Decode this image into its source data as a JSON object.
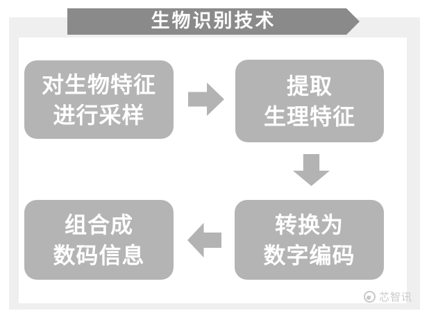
{
  "banner": {
    "title": "生物识别技术"
  },
  "flow": {
    "steps": [
      {
        "name": "sample",
        "lines": [
          "对生物特征",
          "进行采样"
        ]
      },
      {
        "name": "extract",
        "lines": [
          "提取",
          "生理特征"
        ]
      },
      {
        "name": "convert",
        "lines": [
          "转换为",
          "数字编码"
        ]
      },
      {
        "name": "combine",
        "lines": [
          "组合成",
          "数码信息"
        ]
      }
    ],
    "arrows": [
      {
        "direction": "right",
        "from": "sample",
        "to": "extract"
      },
      {
        "direction": "down",
        "from": "extract",
        "to": "convert"
      },
      {
        "direction": "left",
        "from": "convert",
        "to": "combine"
      }
    ]
  },
  "watermark": {
    "label": "芯智讯",
    "icon": "xinzhixun-logo-icon"
  },
  "colors": {
    "banner": "#8a8a8a",
    "box": "#b4b4b4",
    "arrow": "#b3b3b3",
    "box-text": "#ffffff",
    "frame": "#efefef",
    "watermark": "#c8c8c8",
    "background": "#ffffff"
  }
}
